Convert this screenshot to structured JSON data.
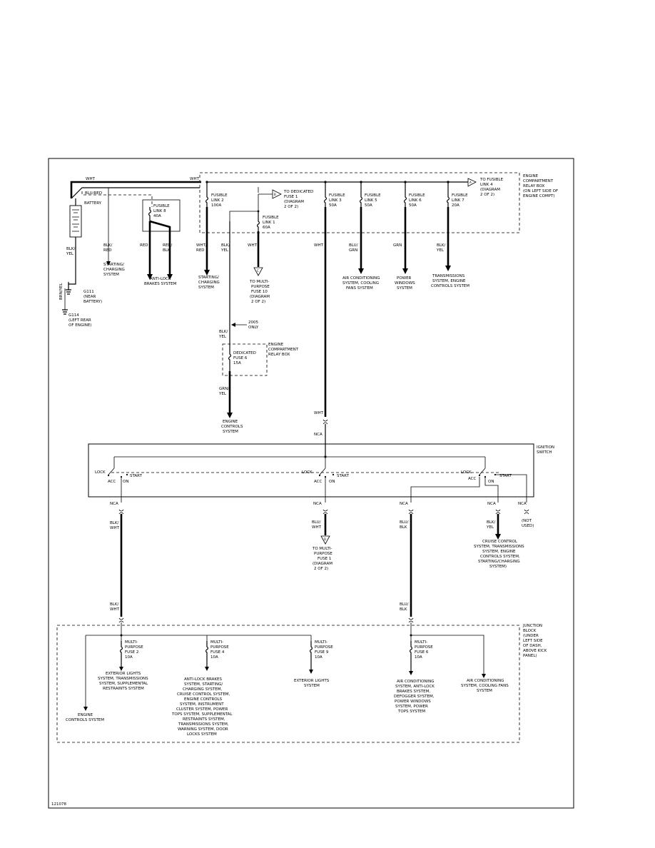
{
  "relay_box": {
    "label_l1": "ENGINE",
    "label_l2": "COMPARTMENT",
    "label_l3": "RELAY BOX",
    "label_l4": "(ON LEFT SIDE OF",
    "label_l5": "ENGINE COMPT)"
  },
  "top_wires": {
    "wht_left": "WHT",
    "wht_right": "WHT",
    "blu_red": "BLU/RED"
  },
  "battery": {
    "label": "BATTERY",
    "wire_ground_l1": "BLK/",
    "wire_ground_l2": "YEL",
    "wire_ground2": "BRN/YEL",
    "g_near_l1": "G111",
    "g_near_l2": "(NEAR",
    "g_near_l3": "BATTERY)",
    "g_rear_l1": "G114",
    "g_rear_l2": "(LEFT REAR",
    "g_rear_l3": "OF ENGINE)",
    "out_wire_l1": "BLK/",
    "out_wire_l2": "RED",
    "out_dest_l1": "STARTING/",
    "out_dest_l2": "CHARGING",
    "out_dest_l3": "SYSTEM"
  },
  "fusible_link_8": {
    "l1": "FUSIBLE",
    "l2": "LINK 8",
    "l3": "40A",
    "wire_a": "RED",
    "wire_b_l1": "RED/",
    "wire_b_l2": "BLK",
    "dest_l1": "ANTI-LOCK",
    "dest_l2": "BRAKES SYSTEM"
  },
  "fusible_link_2": {
    "l1": "FUSIBLE",
    "l2": "LINK 2",
    "l3": "100A",
    "wire_l1": "WHT/",
    "wire_l2": "RED",
    "dest_l1": "STARTING/",
    "dest_l2": "CHARGING",
    "dest_l3": "SYSTEM"
  },
  "dedicated_fuse_1": {
    "l1": "TO DEDICATED",
    "l2": "FUSE 1",
    "l3": "(DIAGRAM",
    "l4": "2 OF 2)",
    "marker": "B"
  },
  "fusible_link_1": {
    "l1": "FUSIBLE",
    "l2": "LINK 1",
    "l3": "60A",
    "wire_a_l1": "BLK/",
    "wire_a_l2": "YEL",
    "wire_b": "WHT",
    "dest_l1": "TO MULTI-",
    "dest_l2": "PURPOSE",
    "dest_l3": "FUSE 10",
    "dest_l4": "(DIAGRAM",
    "dest_l5": "2 OF 2)",
    "marker": "C"
  },
  "model_note": {
    "l1": "2005",
    "l2": "ONLY"
  },
  "dedicated_fuse_6": {
    "wire_in_l1": "BLK/",
    "wire_in_l2": "YEL",
    "box_l1": "ENGINE",
    "box_l2": "COMPARTMENT",
    "box_l3": "RELAY BOX",
    "l1": "DEDICATED",
    "l2": "FUSE 6",
    "l3": "15A",
    "wire_out_l1": "GRN/",
    "wire_out_l2": "YEL",
    "dest_l1": "ENGINE",
    "dest_l2": "CONTROLS",
    "dest_l3": "SYSTEM"
  },
  "fusible_link_3": {
    "l1": "FUSIBLE",
    "l2": "LINK 3",
    "l3": "50A",
    "wire": "WHT",
    "wire2": "WHT",
    "connector": "NCA"
  },
  "fusible_link_5": {
    "l1": "FUSIBLE",
    "l2": "LINK 5",
    "l3": "50A",
    "wire_l1": "BLU/",
    "wire_l2": "GRN",
    "dest_l1": "AIR CONDITIONING",
    "dest_l2": "SYSTEM, COOLING",
    "dest_l3": "FANS SYSTEM"
  },
  "fusible_link_6": {
    "l1": "FUSIBLE",
    "l2": "LINK 6",
    "l3": "50A",
    "wire": "GRN",
    "dest_l1": "POWER",
    "dest_l2": "WINDOWS",
    "dest_l3": "SYSTEM"
  },
  "fusible_link_7": {
    "l1": "FUSIBLE",
    "l2": "LINK 7",
    "l3": "20A",
    "wire_l1": "BLK/",
    "wire_l2": "YEL",
    "dest_l1": "TRANSMISSIONS",
    "dest_l2": "SYSTEM, ENGINE",
    "dest_l3": "CONTROLS SYSTEM"
  },
  "fusible_link_4_ref": {
    "l1": "TO FUSIBLE",
    "l2": "LINK 4",
    "l3": "(DIAGRAM",
    "l4": "2 OF 2)",
    "marker": "A"
  },
  "ignition_switch": {
    "l1": "IGNITION",
    "l2": "SWITCH",
    "lock": "LOCK",
    "acc": "ACC",
    "on": "ON",
    "start": "START"
  },
  "ign_outputs": {
    "out1_nca": "NCA",
    "out1_wire_l1": "BLK/",
    "out1_wire_l2": "WHT",
    "out1_wire2_l1": "BLK/",
    "out1_wire2_l2": "WHT",
    "out2_nca": "NCA",
    "out2_wire_l1": "BLU/",
    "out2_wire_l2": "WHT",
    "out2_marker": "D",
    "out2_dest_l1": "TO MULTI-",
    "out2_dest_l2": "PURPOSE",
    "out2_dest_l3": "FUSE 1",
    "out2_dest_l4": "(DIAGRAM",
    "out2_dest_l5": "2 OF 2)",
    "out3_nca": "NCA",
    "out3_wire_l1": "BLU/",
    "out3_wire_l2": "BLK",
    "out3_wire2_l1": "BLU/",
    "out3_wire2_l2": "BLK",
    "out4_nca": "NCA",
    "out4_wire_l1": "BLK/",
    "out4_wire_l2": "YEL",
    "out4_dest_l1": "CRUISE CONTROL",
    "out4_dest_l2": "SYSTEM, TRANSMISSIONS",
    "out4_dest_l3": "SYSTEM, ENGINE",
    "out4_dest_l4": "CONTROLS SYSTEM,",
    "out4_dest_l5": "STARTING/CHARGING",
    "out4_dest_l6": "SYSTEM)",
    "out5_nca": "NCA",
    "out5_note_l1": "(NOT",
    "out5_note_l2": "USED)"
  },
  "junction_block": {
    "l1": "JUNCTION",
    "l2": "BLOCK",
    "l3": "(UNDER",
    "l4": "LEFT SIDE",
    "l5": "OF DASH,",
    "l6": "ABOVE KICK",
    "l7": "PANEL)"
  },
  "mp_fuse_2": {
    "l1": "MULTI-",
    "l2": "PURPOSE",
    "l3": "FUSE 2",
    "l4": "10A",
    "dest_l1": "EXTERIOR LIGHTS",
    "dest_l2": "SYSTEM, TRANSMISSIONS",
    "dest_l3": "SYSTEM, SUPPLEMENTAL",
    "dest_l4": "RESTRAINTS SYSTEM",
    "dest2_l1": "ENGINE",
    "dest2_l2": "CONTROLS SYSTEM"
  },
  "mp_fuse_4": {
    "l1": "MULTI-",
    "l2": "PURPOSE",
    "l3": "FUSE 4",
    "l4": "10A",
    "dest_l1": "ANTI-LOCK BRAKES",
    "dest_l2": "SYSTEM, STARTING/",
    "dest_l3": "CHARGING SYSTEM,",
    "dest_l4": "CRUISE CONTROL SYSTEM,",
    "dest_l5": "ENGINE CONTROLS",
    "dest_l6": "SYSTEM, INSTRUMENT",
    "dest_l7": "CLUSTER SYSTEM, POWER",
    "dest_l8": "TOPS SYSTEM, SUPPLEMENTAL",
    "dest_l9": "RESTRAINTS SYSTEM,",
    "dest_l10": "TRANSMISSIONS SYSTEM,",
    "dest_l11": "WARNING SYSTEM, DOOR",
    "dest_l12": "LOCKS SYSTEM"
  },
  "mp_fuse_9": {
    "l1": "MULTI-",
    "l2": "PURPOSE",
    "l3": "FUSE 9",
    "l4": "10A",
    "dest_l1": "EXTERIOR LIGHTS",
    "dest_l2": "SYSTEM"
  },
  "mp_fuse_6": {
    "l1": "MULTI-",
    "l2": "PURPOSE",
    "l3": "FUSE 6",
    "l4": "10A",
    "dest_l1": "AIR CONDITIONING",
    "dest_l2": "SYSTEM, ANTI-LOCK",
    "dest_l3": "BRAKES SYSTEM,",
    "dest_l4": "DEFOGGER SYSTEM,",
    "dest_l5": "POWER WINDOWS",
    "dest_l6": "SYSTEM, POWER",
    "dest_l7": "TOPS SYSTEM",
    "dest2_l1": "AIR CONDITIONING",
    "dest2_l2": "SYSTEM, COOLING FANS",
    "dest2_l3": "SYSTEM"
  },
  "figure_id": "121078"
}
